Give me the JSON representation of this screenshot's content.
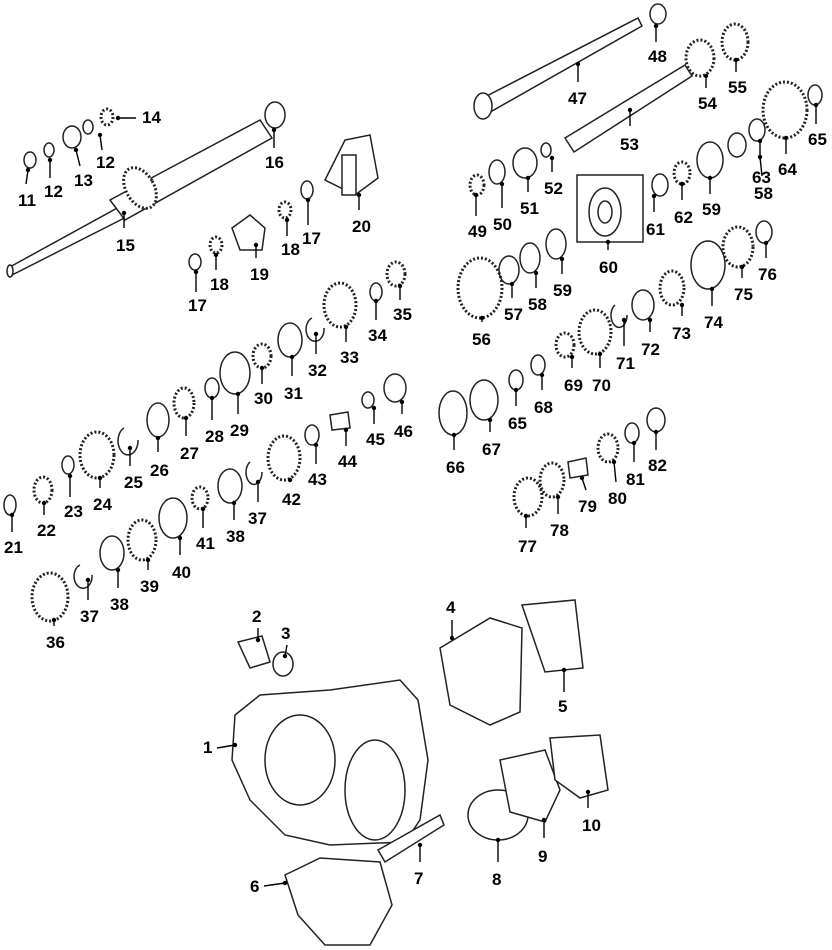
{
  "diagram": {
    "callouts": [
      {
        "id": "1",
        "label": "1"
      },
      {
        "id": "2",
        "label": "2"
      },
      {
        "id": "3",
        "label": "3"
      },
      {
        "id": "4",
        "label": "4"
      },
      {
        "id": "5",
        "label": "5"
      },
      {
        "id": "6",
        "label": "6"
      },
      {
        "id": "7",
        "label": "7"
      },
      {
        "id": "8",
        "label": "8"
      },
      {
        "id": "9",
        "label": "9"
      },
      {
        "id": "10",
        "label": "10"
      },
      {
        "id": "11",
        "label": "11"
      },
      {
        "id": "12a",
        "label": "12"
      },
      {
        "id": "12b",
        "label": "12"
      },
      {
        "id": "13",
        "label": "13"
      },
      {
        "id": "14",
        "label": "14"
      },
      {
        "id": "15",
        "label": "15"
      },
      {
        "id": "16",
        "label": "16"
      },
      {
        "id": "17a",
        "label": "17"
      },
      {
        "id": "17b",
        "label": "17"
      },
      {
        "id": "18a",
        "label": "18"
      },
      {
        "id": "18b",
        "label": "18"
      },
      {
        "id": "19",
        "label": "19"
      },
      {
        "id": "20",
        "label": "20"
      },
      {
        "id": "21",
        "label": "21"
      },
      {
        "id": "22",
        "label": "22"
      },
      {
        "id": "23",
        "label": "23"
      },
      {
        "id": "24",
        "label": "24"
      },
      {
        "id": "25",
        "label": "25"
      },
      {
        "id": "26",
        "label": "26"
      },
      {
        "id": "27",
        "label": "27"
      },
      {
        "id": "28",
        "label": "28"
      },
      {
        "id": "29",
        "label": "29"
      },
      {
        "id": "30",
        "label": "30"
      },
      {
        "id": "31",
        "label": "31"
      },
      {
        "id": "32",
        "label": "32"
      },
      {
        "id": "33",
        "label": "33"
      },
      {
        "id": "34",
        "label": "34"
      },
      {
        "id": "35",
        "label": "35"
      },
      {
        "id": "36",
        "label": "36"
      },
      {
        "id": "37a",
        "label": "37"
      },
      {
        "id": "37b",
        "label": "37"
      },
      {
        "id": "38a",
        "label": "38"
      },
      {
        "id": "38b",
        "label": "38"
      },
      {
        "id": "39",
        "label": "39"
      },
      {
        "id": "40",
        "label": "40"
      },
      {
        "id": "41",
        "label": "41"
      },
      {
        "id": "42",
        "label": "42"
      },
      {
        "id": "43",
        "label": "43"
      },
      {
        "id": "44",
        "label": "44"
      },
      {
        "id": "45",
        "label": "45"
      },
      {
        "id": "46",
        "label": "46"
      },
      {
        "id": "47",
        "label": "47"
      },
      {
        "id": "48",
        "label": "48"
      },
      {
        "id": "49",
        "label": "49"
      },
      {
        "id": "50",
        "label": "50"
      },
      {
        "id": "51",
        "label": "51"
      },
      {
        "id": "52",
        "label": "52"
      },
      {
        "id": "53",
        "label": "53"
      },
      {
        "id": "54",
        "label": "54"
      },
      {
        "id": "55",
        "label": "55"
      },
      {
        "id": "56",
        "label": "56"
      },
      {
        "id": "57",
        "label": "57"
      },
      {
        "id": "58a",
        "label": "58"
      },
      {
        "id": "58b",
        "label": "58"
      },
      {
        "id": "59a",
        "label": "59"
      },
      {
        "id": "59b",
        "label": "59"
      },
      {
        "id": "60",
        "label": "60"
      },
      {
        "id": "61",
        "label": "61"
      },
      {
        "id": "62",
        "label": "62"
      },
      {
        "id": "63",
        "label": "63"
      },
      {
        "id": "64",
        "label": "64"
      },
      {
        "id": "65a",
        "label": "65"
      },
      {
        "id": "65b",
        "label": "65"
      },
      {
        "id": "66",
        "label": "66"
      },
      {
        "id": "67",
        "label": "67"
      },
      {
        "id": "68",
        "label": "68"
      },
      {
        "id": "69",
        "label": "69"
      },
      {
        "id": "70",
        "label": "70"
      },
      {
        "id": "71",
        "label": "71"
      },
      {
        "id": "72",
        "label": "72"
      },
      {
        "id": "73",
        "label": "73"
      },
      {
        "id": "74",
        "label": "74"
      },
      {
        "id": "75",
        "label": "75"
      },
      {
        "id": "76",
        "label": "76"
      },
      {
        "id": "77",
        "label": "77"
      },
      {
        "id": "78",
        "label": "78"
      },
      {
        "id": "79",
        "label": "79"
      },
      {
        "id": "80",
        "label": "80"
      },
      {
        "id": "81",
        "label": "81"
      },
      {
        "id": "82",
        "label": "82"
      }
    ]
  }
}
